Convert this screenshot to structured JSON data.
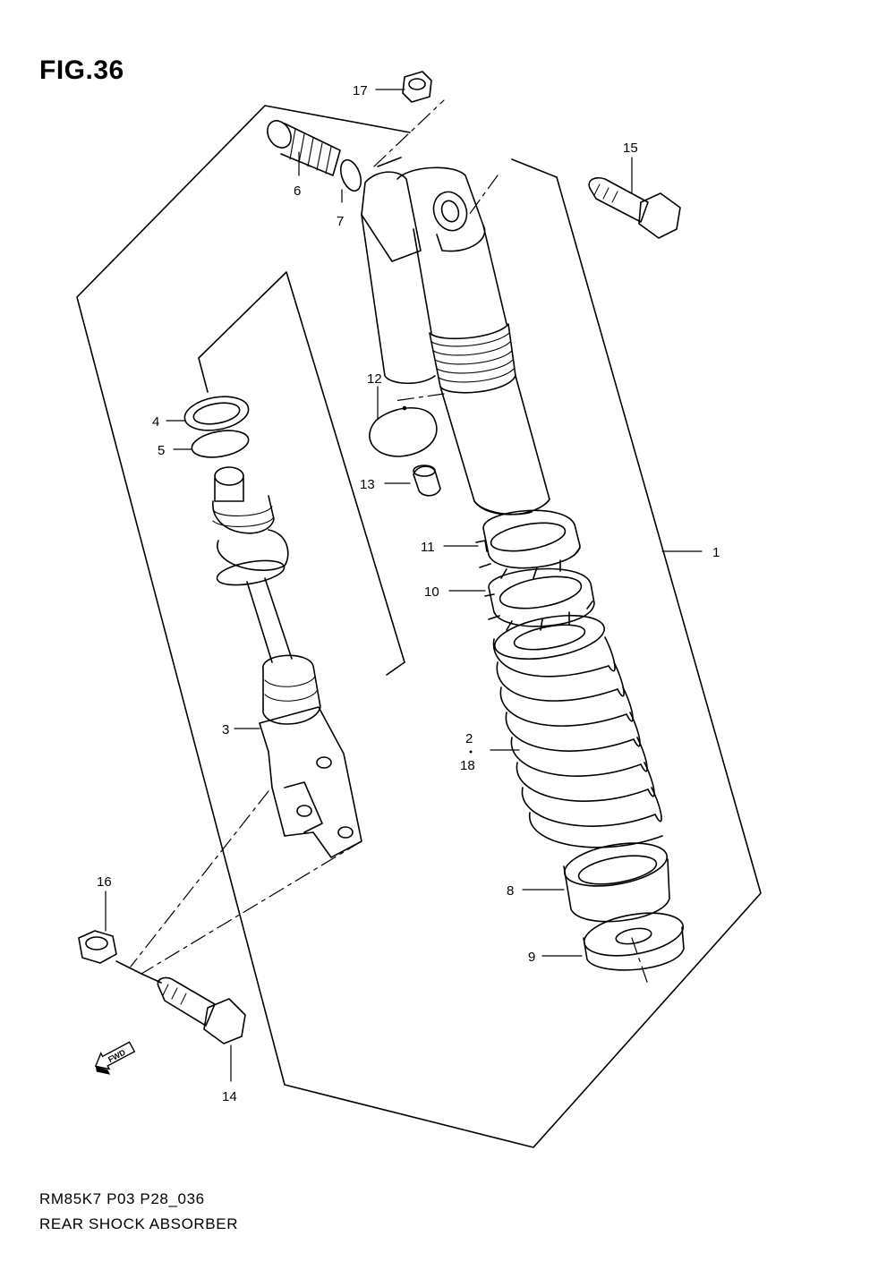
{
  "figure": {
    "title": "FIG.36",
    "code": "RM85K7 P03 P28_036",
    "description": "REAR SHOCK ABSORBER"
  },
  "callouts": {
    "c1": "1",
    "c2": "2",
    "c3": "3",
    "c4": "4",
    "c5": "5",
    "c6": "6",
    "c7": "7",
    "c8": "8",
    "c9": "9",
    "c10": "10",
    "c11": "11",
    "c12": "12",
    "c13": "13",
    "c14": "14",
    "c15": "15",
    "c16": "16",
    "c17": "17",
    "c18": "18"
  },
  "fwd_label": "FWD"
}
